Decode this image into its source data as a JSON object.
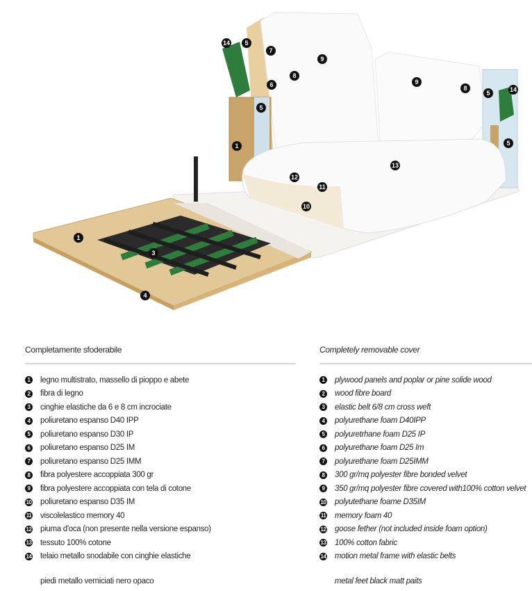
{
  "illustration": {
    "markers": [
      "14",
      "5",
      "7",
      "9",
      "8",
      "6",
      "5",
      "1",
      "9",
      "8",
      "5",
      "14",
      "5",
      "13",
      "12",
      "11",
      "10",
      "1",
      "3",
      "4"
    ]
  },
  "italian": {
    "heading": "Completamente sfoderabile",
    "items": [
      {
        "n": "1",
        "text": "legno multistrato, massello di pioppo e abete"
      },
      {
        "n": "2",
        "text": "fibra di legno"
      },
      {
        "n": "3",
        "text": "cinghie elastiche da 6 e 8 cm incrociate"
      },
      {
        "n": "4",
        "text": "poliuretano espanso D40 IPP"
      },
      {
        "n": "5",
        "text": "poliuretano espanso D30 IP"
      },
      {
        "n": "6",
        "text": "poliuretano espanso D25 IM"
      },
      {
        "n": "7",
        "text": "poliuretano espanso D25 IMM"
      },
      {
        "n": "8",
        "text": "fibra polyestere accoppiata 300 gr"
      },
      {
        "n": "9",
        "text": "fibra polyestere accoppiata con tela di cotone"
      },
      {
        "n": "10",
        "text": "poliuretano espanso D35 IM"
      },
      {
        "n": "11",
        "text": "viscolelastico memory 40"
      },
      {
        "n": "12",
        "text": "piuma d'oca (non presente nella versione espanso)"
      },
      {
        "n": "13",
        "text": "tessuto 100% cotone"
      },
      {
        "n": "14",
        "text": "telaio metallo snodabile con cinghie elastiche"
      }
    ],
    "feet": "piedi metallo verniciati nero opaco"
  },
  "english": {
    "heading": "Completely removable cover",
    "items": [
      {
        "n": "1",
        "text": "plywood panels and poplar or pine solide wood"
      },
      {
        "n": "2",
        "text": "wood fibre board"
      },
      {
        "n": "3",
        "text": "elastic belt 6/8 cm cross weft"
      },
      {
        "n": "4",
        "text": "polyurethane foam D40IPP"
      },
      {
        "n": "5",
        "text": "polyuretrhane foam D25 IP"
      },
      {
        "n": "6",
        "text": "polyurethane foam D25 Im"
      },
      {
        "n": "7",
        "text": "polyurethane foam D25IMM"
      },
      {
        "n": "8",
        "text": "300 gr/mq polyester fibre bonded velvet"
      },
      {
        "n": "9",
        "text": "350 gr/mq polyester fibre covered with100% cotton velvet"
      },
      {
        "n": "10",
        "text": "polyutethane foame D35IM"
      },
      {
        "n": "11",
        "text": "memory foam 40"
      },
      {
        "n": "12",
        "text": "goose fether (not included inside foam option)"
      },
      {
        "n": "13",
        "text": "100% cotton fabric"
      },
      {
        "n": "14",
        "text": "motion metal frame with elastic belts"
      }
    ],
    "feet": "metal feet black matt paits"
  }
}
